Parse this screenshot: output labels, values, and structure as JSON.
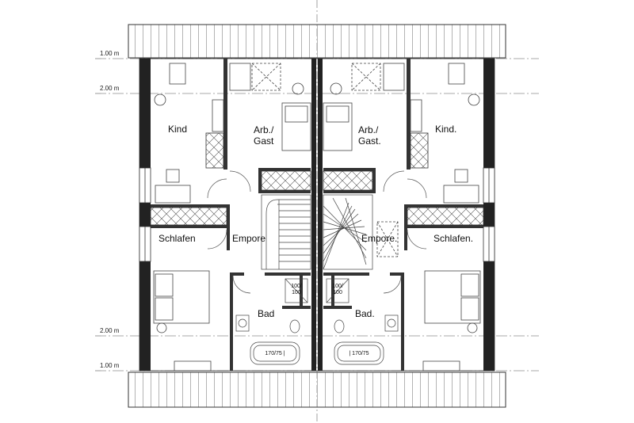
{
  "levels": {
    "top_1": "1.00 m",
    "top_2": "2.00 m",
    "bottom_2": "2.00 m",
    "bottom_1": "1.00 m"
  },
  "rooms": {
    "left": {
      "kind": "Kind",
      "arb_line1": "Arb./",
      "arb_line2": "Gast",
      "schlafen": "Schlafen",
      "empore": "Empore",
      "bad": "Bad"
    },
    "right": {
      "arb_line1": "Arb./",
      "arb_line2": "Gast.",
      "kind": "Kind.",
      "empore": "Empore.",
      "schlafen": "Schlafen.",
      "bad": "Bad."
    }
  },
  "fixtures": {
    "shower_left_top": "100/",
    "shower_left_bottom": "100",
    "shower_right_top": "100/",
    "shower_right_bottom": "100",
    "tub_left": "170/75 |",
    "tub_right": "| 170/75"
  }
}
